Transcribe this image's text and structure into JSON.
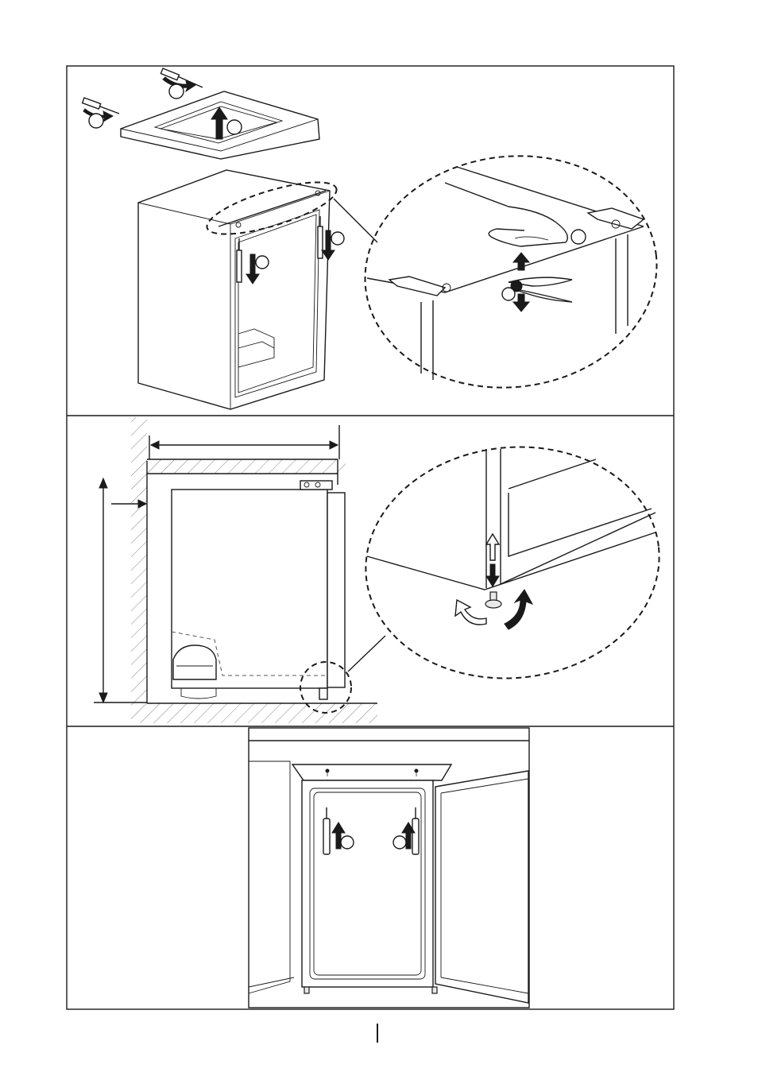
{
  "document": {
    "text": [],
    "panels": [
      {
        "id": "remove-top",
        "icons": [
          "screwdriver-icon",
          "screwdriver-icon",
          "up-arrow-icon",
          "down-arrow-icon",
          "pliers-icon"
        ]
      },
      {
        "id": "level-feet",
        "icons": [
          "adjustable-foot-icon",
          "rotate-arrow-icon"
        ]
      },
      {
        "id": "fix-to-worktop",
        "icons": [
          "screwdriver-icon",
          "up-arrow-icon"
        ]
      }
    ],
    "page_marker": "|"
  }
}
